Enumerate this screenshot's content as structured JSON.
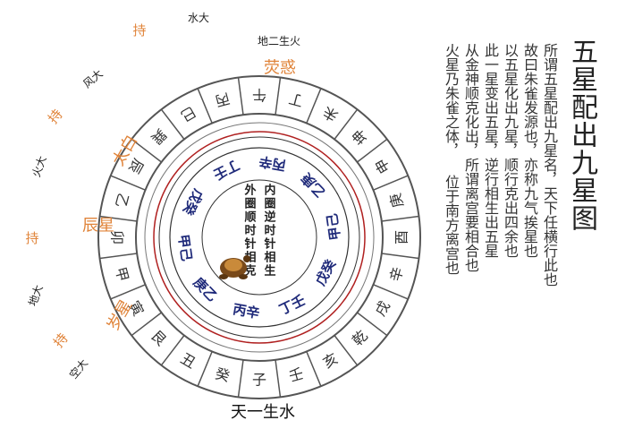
{
  "title": "五星配出九星图",
  "bottom_label": "天一生水",
  "center_text": [
    "内圈逆时针相生",
    "外圈顺时针相克"
  ],
  "colors": {
    "ring_border": "#555555",
    "inner_blue": "#1f2a7a",
    "red_text": "#b02020",
    "orange": "#e0843a",
    "purple": "#a23bc5",
    "teal": "#2d8fa0"
  },
  "text_columns": [
    "所谓五星配出九星名，天下任横行此也",
    "故曰朱雀发源也，亦称九气挨星也",
    "以五星化出九星，顺行克出四余也",
    "此一星变出五星，逆行相生出五星",
    "从金神顺克化出，所谓离宫要相合也",
    "火星乃朱雀之体，   位于南方离宫也"
  ],
  "outer_ring_labels": [
    "子",
    "癸",
    "丑",
    "艮",
    "寅",
    "甲",
    "卯",
    "乙",
    "辰",
    "巽",
    "巳",
    "丙",
    "午",
    "丁",
    "未",
    "坤",
    "申",
    "庚",
    "酉",
    "辛",
    "戌",
    "乾",
    "亥",
    "壬"
  ],
  "inner_ring_labels": [
    "丙辛",
    "庚乙",
    "甲己",
    "戊癸",
    "丁壬",
    "丙辛",
    "乙庚",
    "甲己",
    "戊癸",
    "丁壬"
  ],
  "left_annotations": [
    {
      "text": "持",
      "color": "#e0843a"
    },
    {
      "text": "水大",
      "color": "#222222"
    },
    {
      "text": "地二生火",
      "color": "#222222"
    },
    {
      "text": "荧惑",
      "color": "#e0843a"
    },
    {
      "text": "风大",
      "color": "#222222"
    },
    {
      "text": "持",
      "color": "#e0843a"
    },
    {
      "text": "太白",
      "color": "#e0843a"
    },
    {
      "text": "火大",
      "color": "#222222"
    },
    {
      "text": "持",
      "color": "#e0843a"
    },
    {
      "text": "辰星",
      "color": "#e0843a"
    },
    {
      "text": "地大",
      "color": "#222222"
    },
    {
      "text": "持",
      "color": "#e0843a"
    },
    {
      "text": "岁星",
      "color": "#e0843a"
    },
    {
      "text": "空大",
      "color": "#222222"
    }
  ]
}
